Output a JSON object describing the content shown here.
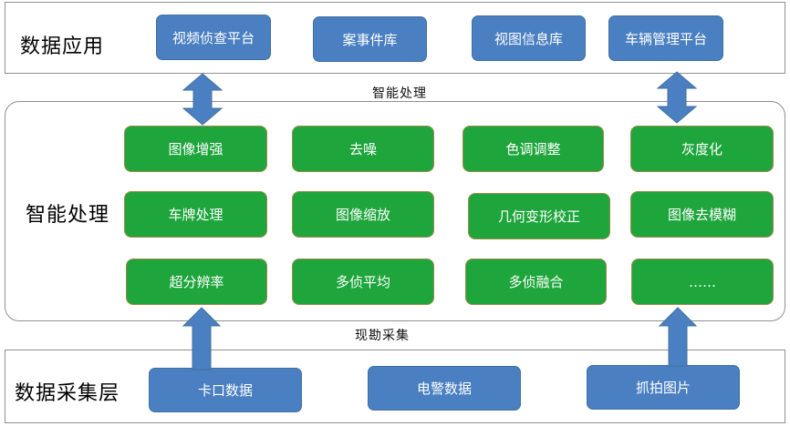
{
  "layers": {
    "application": {
      "label": "数据应用",
      "items": [
        "视频侦查平台",
        "案事件库",
        "视图信息库",
        "车辆管理平台"
      ]
    },
    "processing": {
      "label": "智能处理",
      "items": [
        "图像增强",
        "去噪",
        "色调调整",
        "灰度化",
        "车牌处理",
        "图像缩放",
        "几何变形校正",
        "图像去模糊",
        "超分辨率",
        "多侦平均",
        "多侦融合",
        "……"
      ]
    },
    "collection": {
      "label": "数据采集层",
      "items": [
        "卡口数据",
        "电警数据",
        "抓拍图片"
      ]
    }
  },
  "captions": {
    "upper": "智能处理",
    "lower": "现勘采集"
  },
  "colors": {
    "blue_box": "#4a7fc1",
    "green_box": "#1ea53c",
    "panel_border": "#8f8f8f"
  }
}
